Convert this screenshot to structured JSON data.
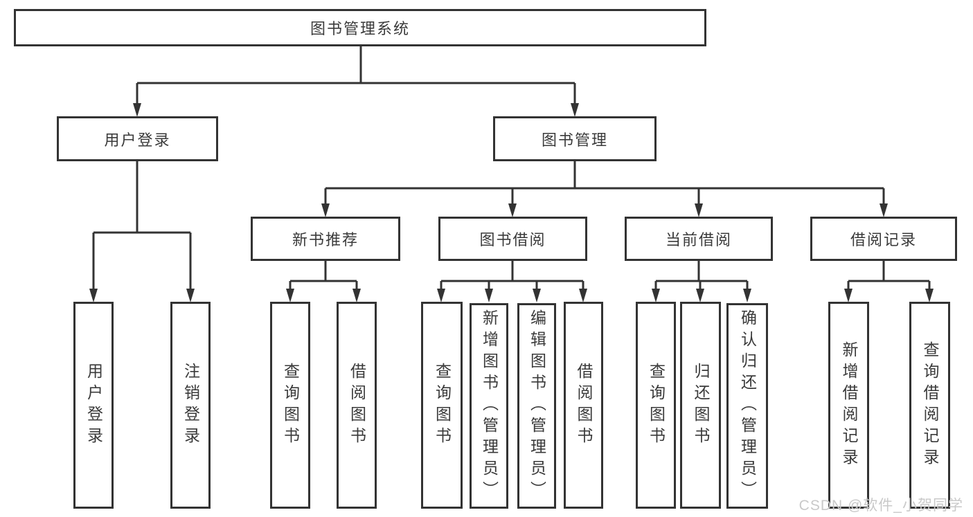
{
  "diagram": {
    "type": "hierarchy",
    "root": {
      "label": "图书管理系统"
    },
    "branches": [
      {
        "label": "用户登录",
        "children": [
          {
            "label": "用户登录"
          },
          {
            "label": "注销登录"
          }
        ]
      },
      {
        "label": "图书管理",
        "children": [
          {
            "label": "新书推荐",
            "children": [
              {
                "label": "查询图书"
              },
              {
                "label": "借阅图书"
              }
            ]
          },
          {
            "label": "图书借阅",
            "children": [
              {
                "label": "查询图书"
              },
              {
                "label": "新增图书（管理员）"
              },
              {
                "label": "编辑图书（管理员）"
              },
              {
                "label": "借阅图书"
              }
            ]
          },
          {
            "label": "当前借阅",
            "children": [
              {
                "label": "查询图书"
              },
              {
                "label": "归还图书"
              },
              {
                "label": "确认归还（管理员）"
              }
            ]
          },
          {
            "label": "借阅记录",
            "children": [
              {
                "label": "新增借阅记录"
              },
              {
                "label": "查询借阅记录"
              }
            ]
          }
        ]
      }
    ]
  },
  "watermark": {
    "text": "CSDN @软件_小贺同学",
    "color": "#c9c9c9"
  },
  "colors": {
    "line": "#333333",
    "border": "#333333",
    "text": "#3a3a3a",
    "box_fill": "#ffffff",
    "background": "#ffffff"
  }
}
